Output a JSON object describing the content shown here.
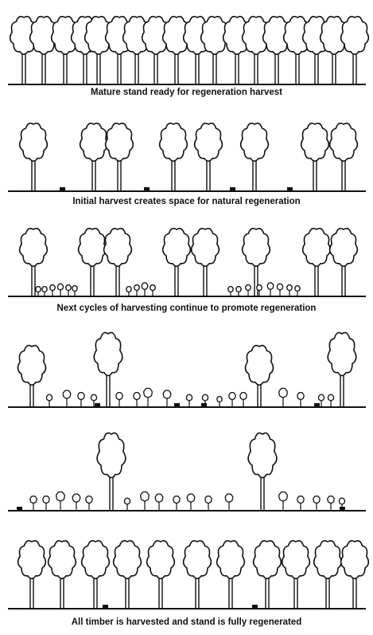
{
  "colors": {
    "ink": "#111111",
    "canopy_fill": "#ffffff",
    "background": "#ffffff"
  },
  "panels": [
    {
      "caption": "Mature stand ready for regeneration harvest"
    },
    {
      "caption": "Initial harvest creates space for natural regeneration"
    },
    {
      "caption": "Next cycles of harvesting continue to promote regeneration"
    },
    {
      "caption": ""
    },
    {
      "caption": ""
    },
    {
      "caption": "All timber is  harvested and stand is fully regenerated"
    }
  ]
}
